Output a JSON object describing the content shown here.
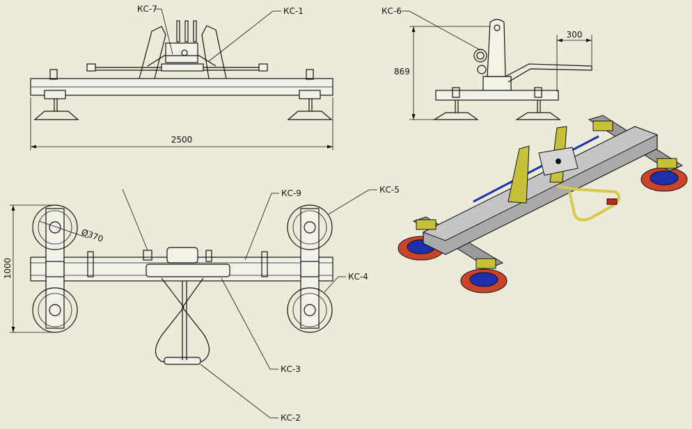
{
  "callouts": {
    "kc1": "КС-1",
    "kc2": "КС-2",
    "kc3": "КС-3",
    "kc4": "КС-4",
    "kc5": "КС-5",
    "kc6": "КС-6",
    "kc7": "КС-7",
    "kc9": "КС-9"
  },
  "dimensions": {
    "overall_length": "2500",
    "overall_width": "1000",
    "height": "869",
    "handle_offset": "300",
    "cup_diameter": "Ø370"
  },
  "colors": {
    "background": "#ecead9",
    "frame_gray": "#9a9c9c",
    "yoke_yellow": "#c8c23a",
    "cup_blue": "#1e2fae",
    "cup_red": "#c8442a",
    "hose_yellow": "#d8c850",
    "handle_red": "#c0281e"
  }
}
